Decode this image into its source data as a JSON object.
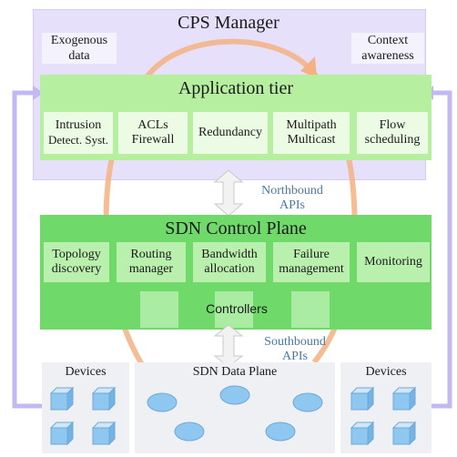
{
  "cps_manager": {
    "title": "CPS Manager",
    "exogenous": "Exogenous data",
    "context": "Context awareness"
  },
  "application_tier": {
    "title": "Application tier",
    "items": [
      {
        "line1": "Intrusion",
        "line2": "Detect. Syst."
      },
      {
        "line1": "ACLs",
        "line2": "Firewall"
      },
      {
        "line1": "Redundancy",
        "line2": ""
      },
      {
        "line1": "Multipath",
        "line2": "Multicast"
      },
      {
        "line1": "Flow",
        "line2": "scheduling"
      }
    ]
  },
  "northbound": {
    "line1": "Northbound",
    "line2": "APIs"
  },
  "control_plane": {
    "title": "SDN Control Plane",
    "items": [
      {
        "line1": "Topology",
        "line2": "discovery"
      },
      {
        "line1": "Routing",
        "line2": "manager"
      },
      {
        "line1": "Bandwidth",
        "line2": "allocation"
      },
      {
        "line1": "Failure",
        "line2": "management"
      },
      {
        "line1": "Monitoring",
        "line2": ""
      }
    ],
    "controllers": "Controllers"
  },
  "southbound": {
    "line1": "Southbound",
    "line2": "APIs"
  },
  "data_plane": {
    "devices_left": "Devices",
    "title": "SDN Data Plane",
    "devices_right": "Devices"
  },
  "colors": {
    "cps_bg": "#e7e0fb",
    "app_bg": "#b6ef9f",
    "control_bg": "#6fd96a",
    "loop_arrow": "#f5b183",
    "side_arrow": "#c4b8f3",
    "device_blue": "#8ec7f0"
  }
}
